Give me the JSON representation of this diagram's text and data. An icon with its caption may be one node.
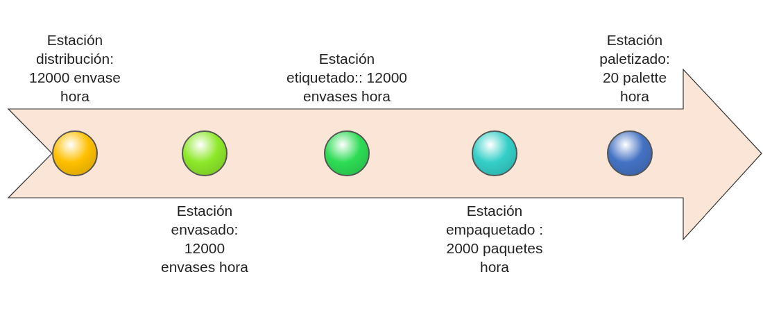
{
  "diagram": {
    "nodes": [
      {
        "text": [],
        "shape": "arrow"
      },
      {
        "text": [],
        "shape": "circle",
        "in": 0,
        "beside": [
          "Estación distribución: 12000 envase hora"
        ]
      },
      {
        "text": [],
        "shape": "circle",
        "in": 0,
        "beside": [
          "Estación envasado: 12000 envases hora"
        ]
      },
      {
        "text": [],
        "shape": "circle",
        "in": 0,
        "beside": [
          "Estación etiquetado:: 12000 envases hora"
        ]
      },
      {
        "text": [],
        "shape": "circle",
        "in": 0,
        "beside": [
          "Estación empaquetado : 2000 paquetes hora"
        ]
      },
      {
        "text": [],
        "shape": "circle",
        "in": 0,
        "beside": [
          "Estación paletizado: 20 palette hora"
        ]
      }
    ]
  }
}
